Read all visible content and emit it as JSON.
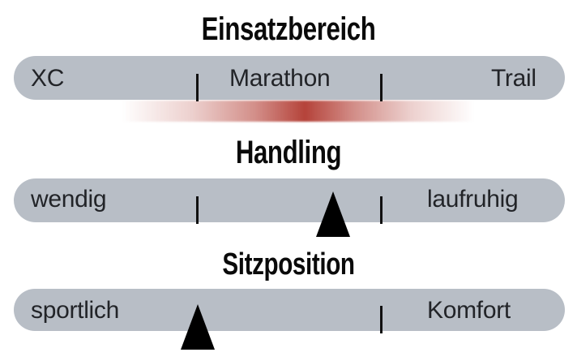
{
  "scales": [
    {
      "title": "Einsatzbereich",
      "labels": {
        "left": "XC",
        "center": "Marathon",
        "right": "Trail"
      },
      "highlight": {
        "type": "gradient",
        "color": "#b5433a",
        "peak_position": "Marathon"
      }
    },
    {
      "title": "Handling",
      "labels": {
        "left": "wendig",
        "right": "laufruhig"
      },
      "marker": {
        "type": "triangle",
        "position_pct": 58
      }
    },
    {
      "title": "Sitzposition",
      "labels": {
        "left": "sportlich",
        "right": "Komfort"
      },
      "marker": {
        "type": "triangle",
        "position_pct": 33
      }
    }
  ],
  "colors": {
    "bar": "#b8bec6",
    "text": "#222428",
    "marker": "#000000",
    "highlight": "#b5433a"
  }
}
